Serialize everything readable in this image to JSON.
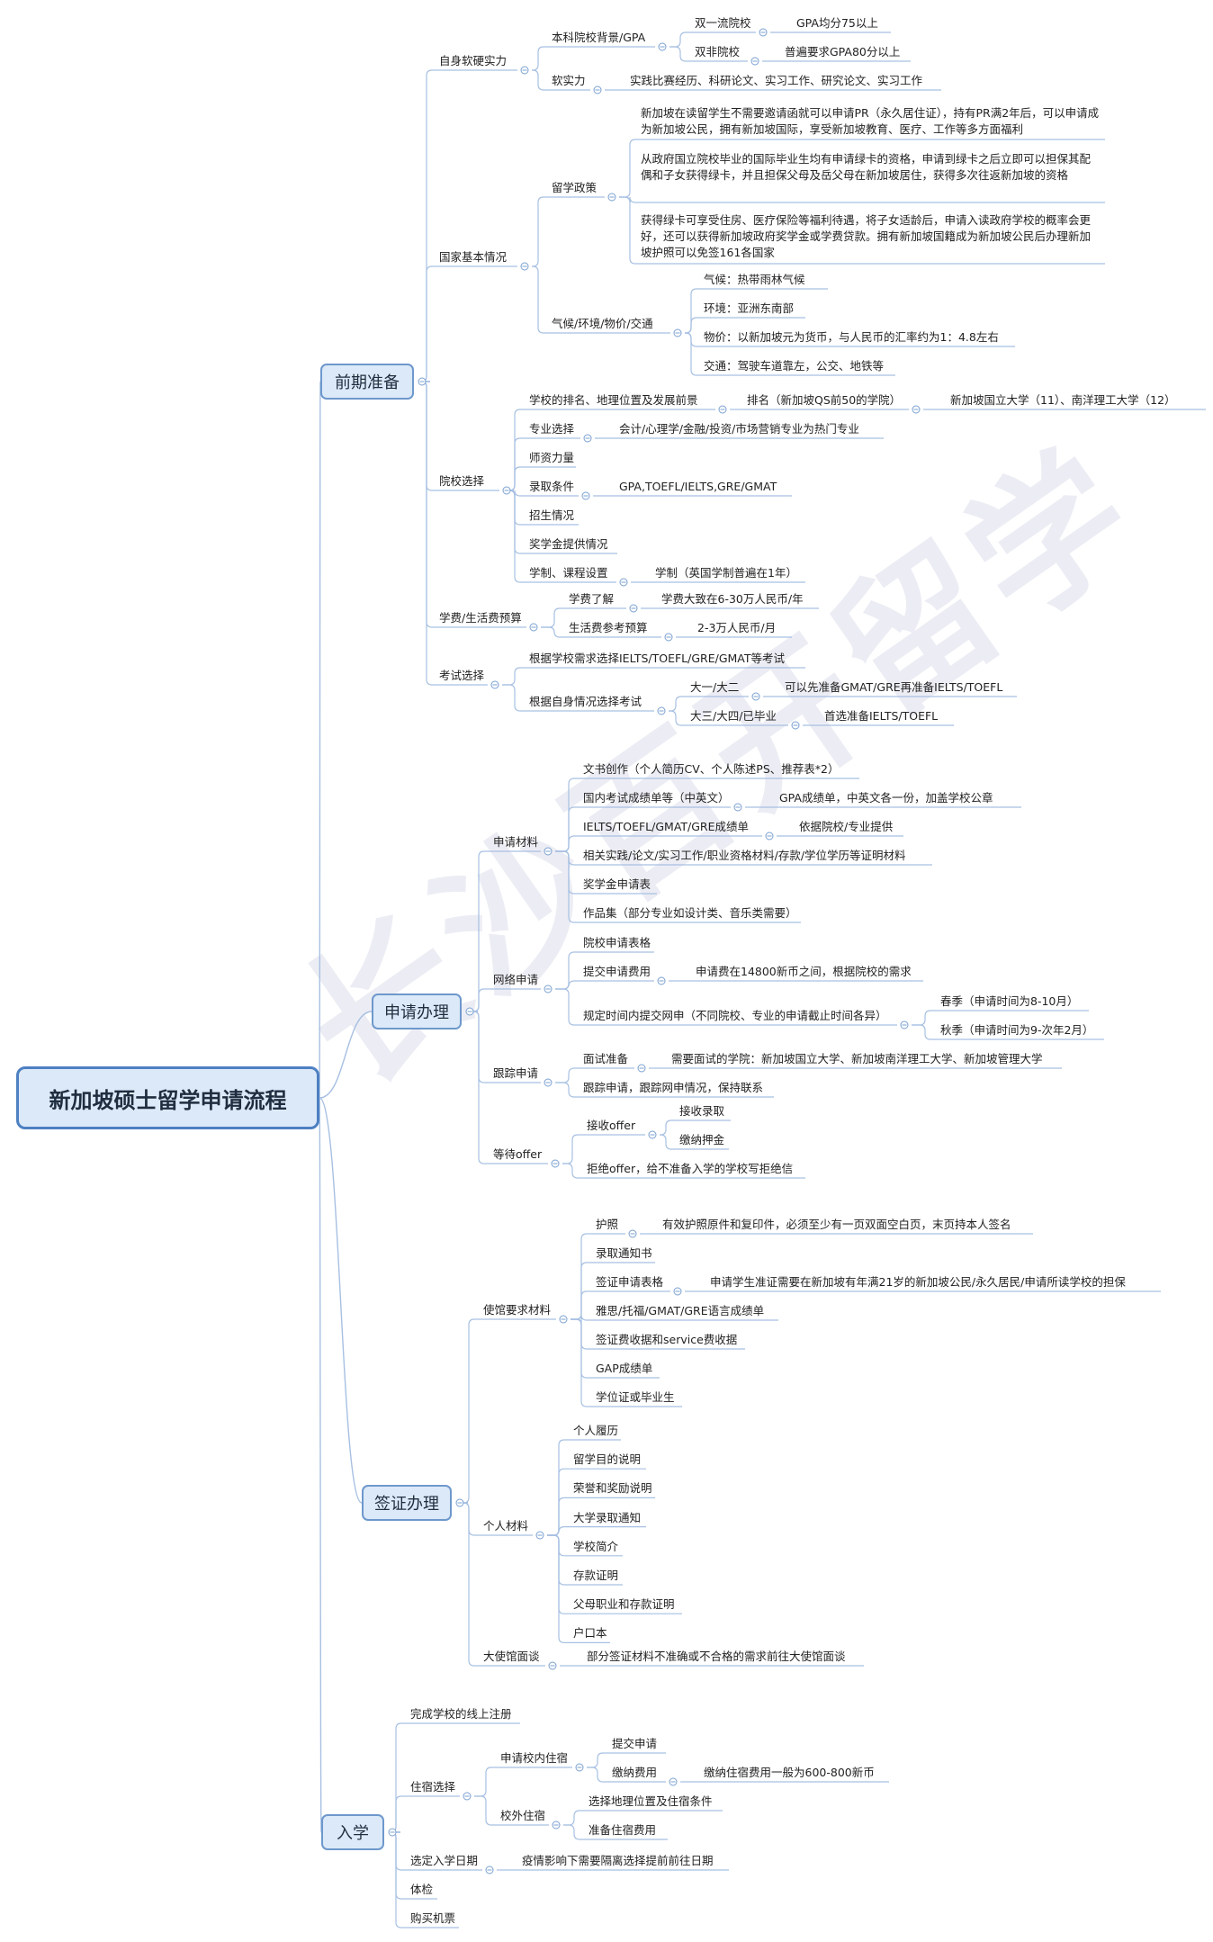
{
  "title": "新加坡硕士留学申请流程",
  "watermark": "长沙百开留学",
  "colors": {
    "line": "#a7c0e2",
    "root_fill": "#dce9f8",
    "root_border": "#4e80c2"
  },
  "branches": {
    "qianqi": {
      "label": "前期准备",
      "ziyuan": {
        "label": "自身软硬实力",
        "benke": "本科院校背景/GPA",
        "shuangyiliu": "双一流院校",
        "shuangyiliu_gpa": "GPA均分75以上",
        "shuangfei": "双非院校",
        "shuangfei_gpa": "普遍要求GPA80分以上",
        "ruanshili": "软实力",
        "ruanshili_detail": "实践比赛经历、科研论文、实习工作、研究论文、实习工作"
      },
      "guojia": {
        "label": "国家基本情况",
        "liuxue": "留学政策",
        "p1": "新加坡在读留学生不需要邀请函就可以申请PR（永久居住证），持有PR满2年后，可以申请成为新加坡公民，拥有新加坡国际，享受新加坡教育、医疗、工作等多方面福利",
        "p2": "从政府国立院校毕业的国际毕业生均有申请绿卡的资格，申请到绿卡之后立即可以担保其配偶和子女获得绿卡，并且担保父母及岳父母在新加坡居住，获得多次往返新加坡的资格",
        "p3": "获得绿卡可享受住房、医疗保险等福利待遇，将子女适龄后，申请入读政府学校的概率会更好，还可以获得新加坡政府奖学金或学费贷款。拥有新加坡国籍成为新加坡公民后办理新加坡护照可以免签161各国家",
        "qihou": "气候/环境/物价/交通",
        "qihou1": "气候：热带雨林气候",
        "qihou2": "环境：亚洲东南部",
        "qihou3": "物价：以新加坡元为货币，与人民币的汇率约为1：4.8左右",
        "qihou4": "交通：驾驶车道靠左，公交、地铁等"
      },
      "yuanxiao": {
        "label": "院校选择",
        "paiming": "学校的排名、地理位置及发展前景",
        "paiming_detail": "排名（新加坡QS前50的学院）",
        "paiming_schools": "新加坡国立大学（11）、南洋理工大学（12）",
        "zhuanye": "专业选择",
        "zhuanye_detail": "会计/心理学/金融/投资/市场营销专业为热门专业",
        "shizi": "师资力量",
        "luqu": "录取条件",
        "luqu_detail": "GPA,TOEFL/IELTS,GRE/GMAT",
        "zhaosheng": "招生情况",
        "jiangxuejin": "奖学金提供情况",
        "xuezhi": "学制、课程设置",
        "xuezhi_detail": "学制（英国学制普遍在1年）"
      },
      "xuefei": {
        "label": "学费/生活费预算",
        "xuefei_label": "学费了解",
        "xuefei_detail": "学费大致在6-30万人民币/年",
        "shenghuo": "生活费参考预算",
        "shenghuo_detail": "2-3万人民币/月"
      },
      "kaoshi": {
        "label": "考试选择",
        "k1": "根据学校需求选择IELTS/TOEFL/GRE/GMAT等考试",
        "k2": "根据自身情况选择考试",
        "dayi": "大一/大二",
        "dayi_detail": "可以先准备GMAT/GRE再准备IELTS/TOEFL",
        "dasan": "大三/大四/已毕业",
        "dasan_detail": "首选准备IELTS/TOEFL"
      }
    },
    "shenqing": {
      "label": "申请办理",
      "cailiao": {
        "label": "申请材料",
        "c1": "文书创作（个人简历CV、个人陈述PS、推荐表*2）",
        "c2": "国内考试成绩单等（中英文）",
        "c2_detail": "GPA成绩单，中英文各一份，加盖学校公章",
        "c3": "IELTS/TOEFL/GMAT/GRE成绩单",
        "c3_detail": "依据院校/专业提供",
        "c4": "相关实践/论文/实习工作/职业资格材料/存款/学位学历等证明材料",
        "c5": "奖学金申请表",
        "c6": "作品集（部分专业如设计类、音乐类需要）"
      },
      "wangluo": {
        "label": "网络申请",
        "w1": "院校申请表格",
        "w2": "提交申请费用",
        "w2_detail": "申请费在14800新币之间，根据院校的需求",
        "w3": "规定时间内提交网申（不同院校、专业的申请截止时间各异）",
        "chunji": "春季（申请时间为8-10月）",
        "qiuji": "秋季（申请时间为9-次年2月）"
      },
      "genzong": {
        "label": "跟踪申请",
        "mianshi": "面试准备",
        "mianshi_detail": "需要面试的学院：新加坡国立大学、新加坡南洋理工大学、新加坡管理大学",
        "genzong_detail": "跟踪申请，跟踪网申情况，保持联系"
      },
      "offer": {
        "label": "等待offer",
        "jieshou": "接收offer",
        "jieshou1": "接收录取",
        "jieshou2": "缴纳押金",
        "jujue": "拒绝offer，给不准备入学的学校写拒绝信"
      }
    },
    "qianzheng": {
      "label": "签证办理",
      "shiguan": {
        "label": "使馆要求材料",
        "huzhao": "护照",
        "huzhao_detail": "有效护照原件和复印件，必须至少有一页双面空白页，末页持本人签名",
        "luqu": "录取通知书",
        "biaoge": "签证申请表格",
        "biaoge_detail": "申请学生准证需要在新加坡有年满21岁的新加坡公民/永久居民/申请所读学校的担保",
        "yasi": "雅思/托福/GMAT/GRE语言成绩单",
        "feiyong": "签证费收据和service费收据",
        "gap": "GAP成绩单",
        "xuewei": "学位证或毕业生"
      },
      "geren": {
        "label": "个人材料",
        "g1": "个人履历",
        "g2": "留学目的说明",
        "g3": "荣誉和奖励说明",
        "g4": "大学录取通知",
        "g5": "学校简介",
        "g6": "存款证明",
        "g7": "父母职业和存款证明",
        "g8": "户口本"
      },
      "dashiguan": {
        "label": "大使馆面谈",
        "detail": "部分签证材料不准确或不合格的需求前往大使馆面谈"
      }
    },
    "ruxue": {
      "label": "入学",
      "zhuce": "完成学校的线上注册",
      "zhusu": {
        "label": "住宿选择",
        "xiaonei": "申请校内住宿",
        "tijiao": "提交申请",
        "jiaona": "缴纳费用",
        "jiaona_detail": "缴纳住宿费用一般为600-800新币",
        "xiaowai": "校外住宿",
        "xw1": "选择地理位置及住宿条件",
        "xw2": "准备住宿费用"
      },
      "riqi": "选定入学日期",
      "riqi_detail": "疫情影响下需要隔离选择提前前往日期",
      "tijian": "体检",
      "jipiao": "购买机票"
    }
  }
}
